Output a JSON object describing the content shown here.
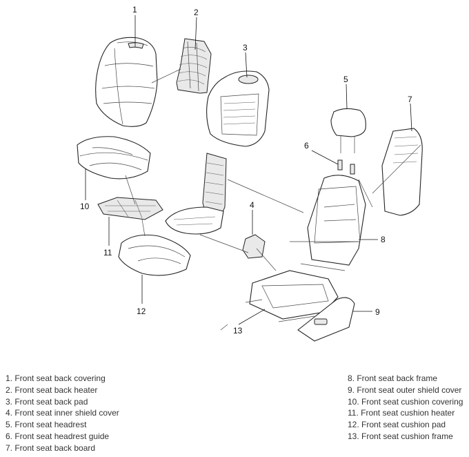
{
  "callouts": [
    "1",
    "2",
    "3",
    "4",
    "5",
    "6",
    "7",
    "8",
    "9",
    "10",
    "11",
    "12",
    "13"
  ],
  "legend_left": [
    "1. Front seat back covering",
    "2. Front seat back heater",
    "3. Front seat back pad",
    "4. Front seat inner shield cover",
    "5. Front seat headrest",
    "6. Front seat headrest guide",
    "7. Front seat back board"
  ],
  "legend_right": [
    "8. Front seat back frame",
    "9. Front seat outer shield cover",
    "10. Front seat cushion covering",
    "11. Front seat cushion heater",
    "12. Front seat cushion pad",
    "13. Front seat cushion frame"
  ]
}
